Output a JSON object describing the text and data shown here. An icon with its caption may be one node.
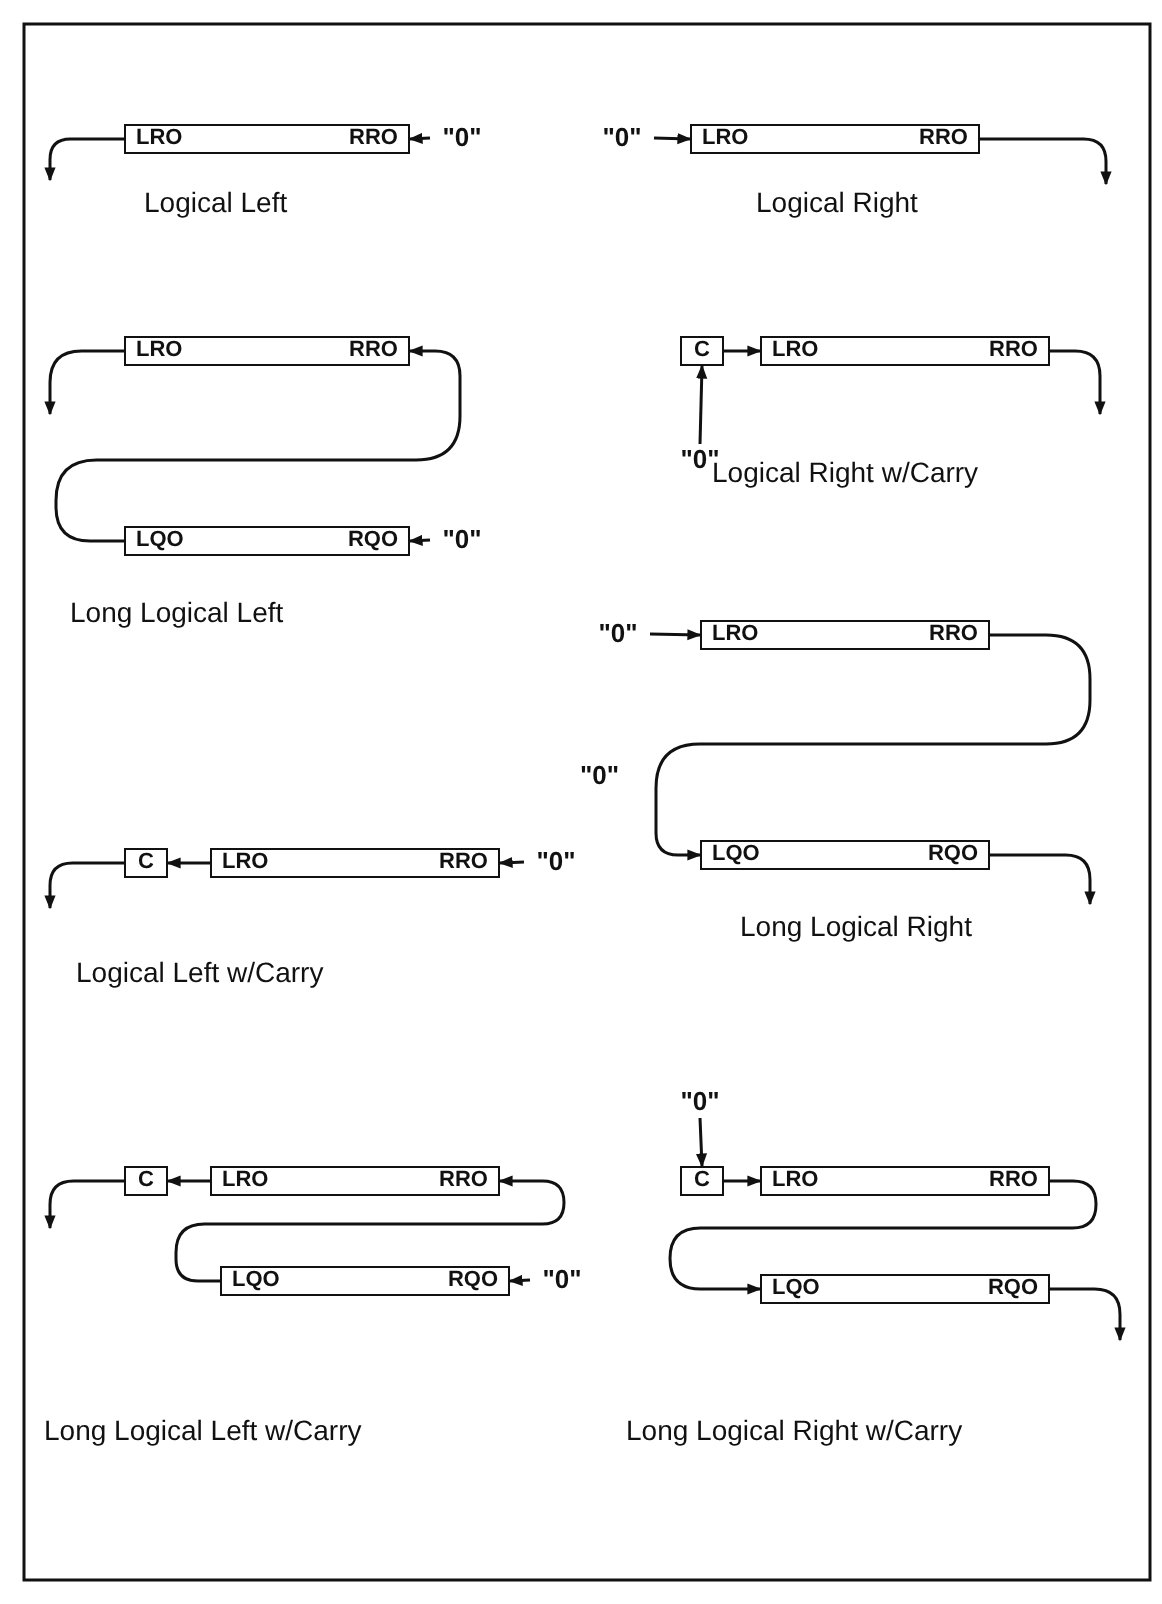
{
  "diagram": {
    "nodes": [
      {
        "text": [
          "LRO",
          "RRO"
        ]
      },
      {
        "text": [
          "\"0\""
        ]
      },
      {
        "text": [
          "\"0\""
        ]
      },
      {
        "text": [
          "LRO",
          "RRO"
        ]
      },
      {
        "text": [
          "LRO",
          "RRO"
        ]
      },
      {
        "text": [
          "LQO",
          "RQO"
        ]
      },
      {
        "text": [
          "\"0\""
        ]
      },
      {
        "text": [
          "C"
        ]
      },
      {
        "text": [
          "LRO",
          "RRO"
        ]
      },
      {
        "text": [
          "\"0\""
        ]
      },
      {
        "text": [
          "\"0\""
        ]
      },
      {
        "text": [
          "LRO",
          "RRO"
        ]
      },
      {
        "text": [
          "LQO",
          "RQO"
        ]
      },
      {
        "text": [
          "C"
        ]
      },
      {
        "text": [
          "LRO",
          "RRO"
        ]
      },
      {
        "text": [
          "\"0\""
        ]
      },
      {
        "text": [
          "C"
        ]
      },
      {
        "text": [
          "LRO",
          "RRO"
        ]
      },
      {
        "text": [
          "LQO",
          "RQO"
        ]
      },
      {
        "text": [
          "\"0\""
        ]
      },
      {
        "text": [
          "\"0\""
        ]
      },
      {
        "text": [
          "C"
        ]
      },
      {
        "text": [
          "LRO",
          "RRO"
        ]
      },
      {
        "text": [
          "LQO",
          "RQO"
        ]
      }
    ],
    "edges": [
      {
        "from": 1,
        "to": 0,
        "arrow": "to"
      },
      {
        "from": 0,
        "to": null,
        "arrow": "to"
      },
      {
        "from": 2,
        "to": 3,
        "arrow": "to"
      },
      {
        "from": 3,
        "to": null,
        "arrow": "to"
      },
      {
        "from": 6,
        "to": 5,
        "arrow": "to"
      },
      {
        "from": 5,
        "to": 4,
        "arrow": "to"
      },
      {
        "from": 4,
        "to": null,
        "arrow": "to"
      },
      {
        "from": 9,
        "to": 7,
        "arrow": "to"
      },
      {
        "from": 7,
        "to": 8,
        "arrow": "to"
      },
      {
        "from": 8,
        "to": null,
        "arrow": "to"
      },
      {
        "from": 10,
        "to": 11,
        "arrow": "to"
      },
      {
        "from": 11,
        "to": 12,
        "arrow": "to"
      },
      {
        "from": 12,
        "to": null,
        "arrow": "to"
      },
      {
        "from": 15,
        "to": 14,
        "arrow": "to"
      },
      {
        "from": 14,
        "to": 13,
        "arrow": "to"
      },
      {
        "from": 13,
        "to": null,
        "arrow": "to"
      },
      {
        "from": 19,
        "to": 18,
        "arrow": "to"
      },
      {
        "from": 18,
        "to": 17,
        "arrow": "to"
      },
      {
        "from": 17,
        "to": 16,
        "arrow": "to"
      },
      {
        "from": 16,
        "to": null,
        "arrow": "to"
      },
      {
        "from": 20,
        "to": 21,
        "arrow": "to"
      },
      {
        "from": 21,
        "to": 22,
        "arrow": "to"
      },
      {
        "from": 22,
        "to": 23,
        "arrow": "to"
      },
      {
        "from": 23,
        "to": null,
        "arrow": "to"
      }
    ],
    "labels": [
      "Logical Left",
      "Logical Right",
      "Long Logical Left",
      "Logical Right w/Carry",
      "\"0\"",
      "Long Logical Right",
      "Logical Left w/Carry",
      "Long Logical Left w/Carry",
      "Long Logical Right w/Carry"
    ]
  }
}
